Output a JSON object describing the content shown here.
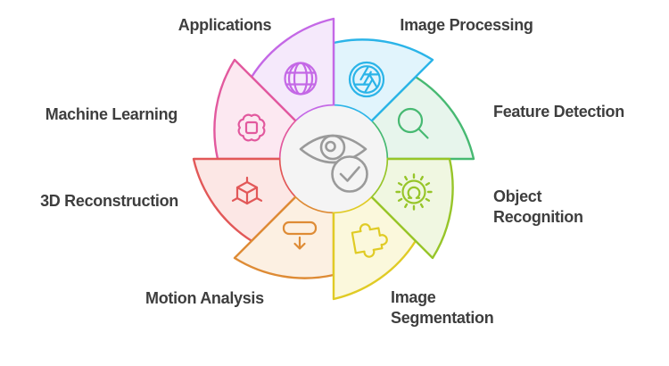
{
  "diagram": {
    "background": "#ffffff",
    "label_color": "#3e3e3e",
    "center": {
      "icon": "eye-check-icon",
      "stroke": "#9a9a9a",
      "fill": "#f4f4f4"
    },
    "segments": [
      {
        "id": "applications",
        "label": "Applications",
        "icon": "globe",
        "stroke": "#c468e6",
        "fill": "#f5e9fb",
        "start_deg": 135,
        "end_deg": 90
      },
      {
        "id": "image_processing",
        "label": "Image Processing",
        "icon": "aperture",
        "stroke": "#2bb4e8",
        "fill": "#e1f4fc",
        "start_deg": 90,
        "end_deg": 45
      },
      {
        "id": "feature_detection",
        "label": "Feature Detection",
        "icon": "magnifier",
        "stroke": "#47b972",
        "fill": "#e7f5ec",
        "start_deg": 45,
        "end_deg": 0
      },
      {
        "id": "object_recognition",
        "label": "Object Recognition",
        "icon": "person-rays",
        "stroke": "#97c529",
        "fill": "#f0f7e1",
        "start_deg": 0,
        "end_deg": -45
      },
      {
        "id": "image_segmentation",
        "label": "Image Segmentation",
        "icon": "puzzle",
        "stroke": "#e0cb25",
        "fill": "#fbf8dc",
        "start_deg": -45,
        "end_deg": -90
      },
      {
        "id": "motion_analysis",
        "label": "Motion Analysis",
        "icon": "tray-download",
        "stroke": "#de8b35",
        "fill": "#fcf0e2",
        "start_deg": -90,
        "end_deg": -135
      },
      {
        "id": "3d_reconstruction",
        "label": "3D Reconstruction",
        "icon": "cube-3d",
        "stroke": "#e25858",
        "fill": "#fce7e5",
        "start_deg": -135,
        "end_deg": -180
      },
      {
        "id": "machine_learning",
        "label": "Machine Learning",
        "icon": "brain-chip",
        "stroke": "#e2599e",
        "fill": "#fce8f1",
        "start_deg": 180,
        "end_deg": 135
      }
    ],
    "draw_order": [
      2,
      1,
      0,
      7,
      6,
      5,
      4,
      3
    ]
  }
}
